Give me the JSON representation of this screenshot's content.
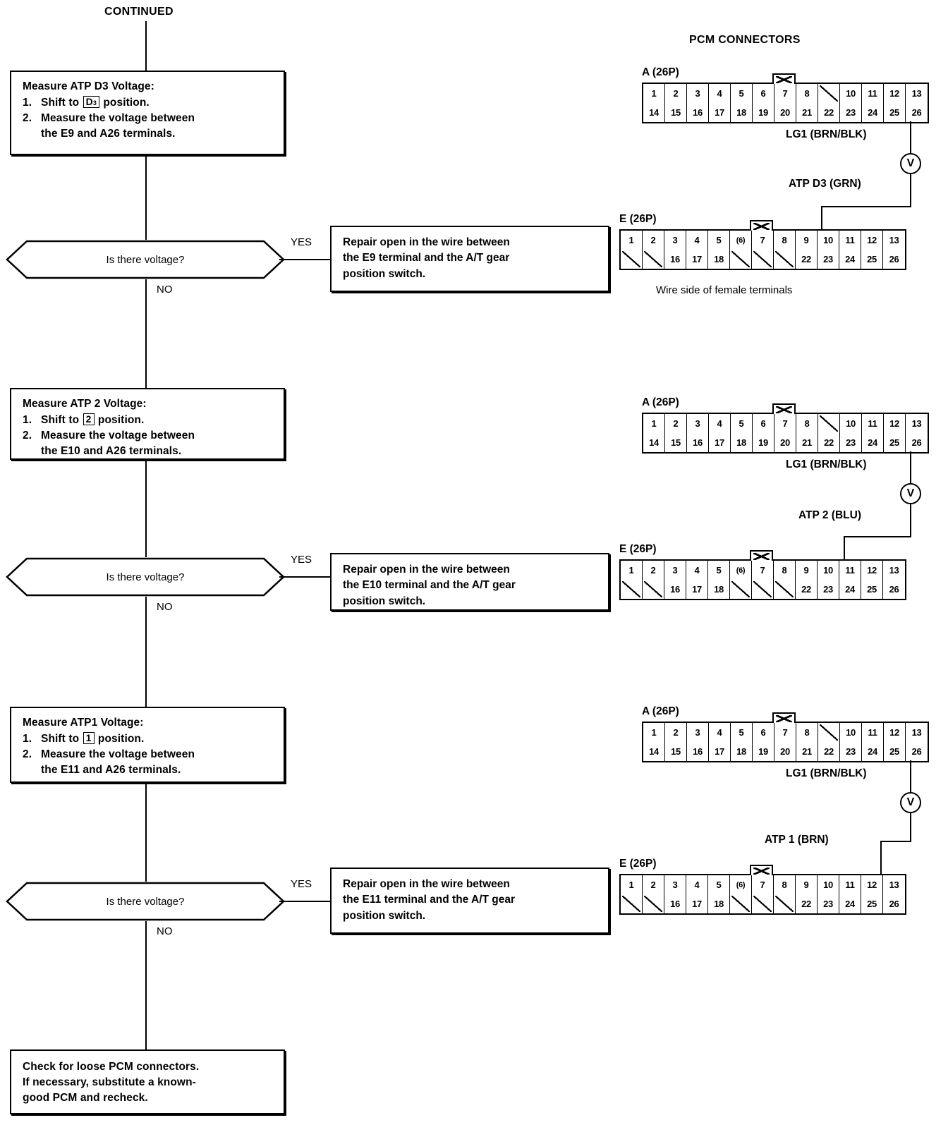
{
  "page": {
    "continued_label": "CONTINUED",
    "pcm_header": "PCM CONNECTORS",
    "wire_side_caption": "Wire side of female terminals",
    "yes_label": "YES",
    "no_label": "NO",
    "decision_text": "Is there voltage?"
  },
  "steps": [
    {
      "id": "atp-d3",
      "title": "Measure ATP D3 Voltage:",
      "step1_num": "1.",
      "step1_pre": "Shift to",
      "step1_gear": "D3",
      "step1_post": "position.",
      "step2_num": "2.",
      "step2_line1": "Measure the voltage between",
      "step2_line2": "the E9 and A26 terminals.",
      "decision": "Is there voltage?",
      "yes": "YES",
      "no": "NO",
      "repair_line1": "Repair open in the wire between",
      "repair_line2": "the E9 terminal and the A/T gear",
      "repair_line3": "position switch.",
      "wire_ground_label": "LG1 (BRN/BLK)",
      "wire_signal_label": "ATP D3 (GRN)",
      "e_terminal": 9
    },
    {
      "id": "atp-2",
      "title": "Measure ATP 2 Voltage:",
      "step1_num": "1.",
      "step1_pre": "Shift to",
      "step1_gear": "2",
      "step1_post": "position.",
      "step2_num": "2.",
      "step2_line1": "Measure the voltage between",
      "step2_line2": "the E10 and A26 terminals.",
      "decision": "Is there voltage?",
      "yes": "YES",
      "no": "NO",
      "repair_line1": "Repair open in the wire between",
      "repair_line2": "the E10 terminal and the A/T gear",
      "repair_line3": "position switch.",
      "wire_ground_label": "LG1 (BRN/BLK)",
      "wire_signal_label": "ATP 2 (BLU)",
      "e_terminal": 10
    },
    {
      "id": "atp-1",
      "title": "Measure ATP1 Voltage:",
      "step1_num": "1.",
      "step1_pre": "Shift to",
      "step1_gear": "1",
      "step1_post": "position.",
      "step2_num": "2.",
      "step2_line1": "Measure the voltage between",
      "step2_line2": "the E11 and A26 terminals.",
      "decision": "Is there voltage?",
      "yes": "YES",
      "no": "NO",
      "repair_line1": "Repair open in the wire between",
      "repair_line2": "the E11 terminal and the A/T gear",
      "repair_line3": "position switch.",
      "wire_ground_label": "LG1 (BRN/BLK)",
      "wire_signal_label": "ATP 1 (BRN)",
      "e_terminal": 11
    }
  ],
  "final_box": {
    "line1": "Check for loose PCM connectors.",
    "line2": "If necessary, substitute a known-",
    "line3": "good PCM and recheck."
  },
  "connectors": {
    "a": {
      "name": "A (26P)",
      "top_row": [
        "1",
        "2",
        "3",
        "4",
        "5",
        "6",
        "7",
        "8",
        "",
        "10",
        "11",
        "12",
        "13"
      ],
      "bottom_row": [
        "14",
        "15",
        "16",
        "17",
        "18",
        "19",
        "20",
        "21",
        "22",
        "23",
        "24",
        "25",
        "26"
      ],
      "notch_index": 6,
      "ground_terminal": "26"
    },
    "e": {
      "name": "E (26P)",
      "top_row": [
        "1",
        "2",
        "3",
        "4",
        "5",
        "(6)",
        "7",
        "8",
        "9",
        "10",
        "11",
        "12",
        "13"
      ],
      "bottom_row": [
        "",
        "",
        "16",
        "17",
        "18",
        "",
        "",
        "",
        "22",
        "23",
        "24",
        "25",
        "26"
      ],
      "notch_index": 6
    }
  },
  "voltmeter": {
    "symbol": "V"
  },
  "colors": {
    "ink": "#000000",
    "paper": "#ffffff"
  }
}
